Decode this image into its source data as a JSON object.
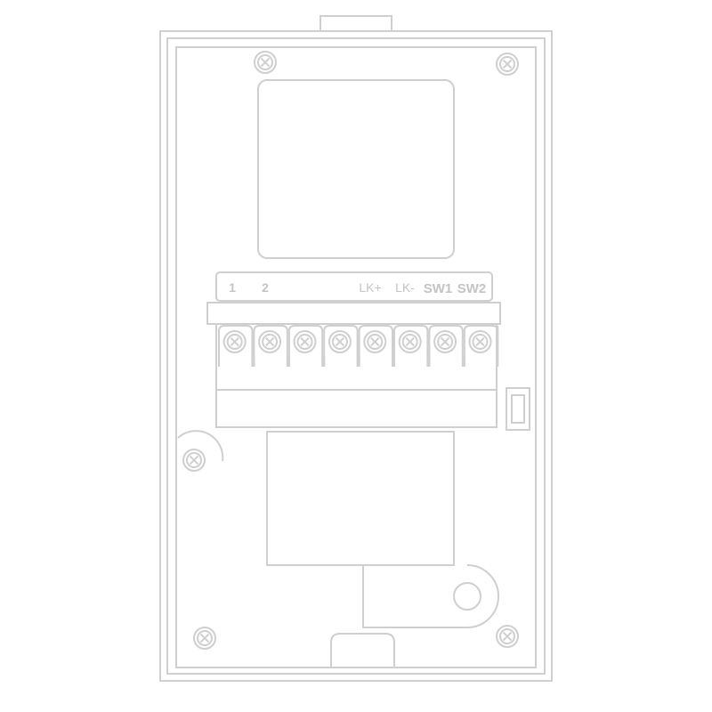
{
  "terminal_labels": [
    "1",
    "2",
    "LK+",
    "LK-",
    "SW1",
    "SW2"
  ],
  "terminal_screw_count": 8,
  "colors": {
    "background": "#ffffff",
    "line": "#cfcfcf",
    "label": "#c4c4c4"
  }
}
